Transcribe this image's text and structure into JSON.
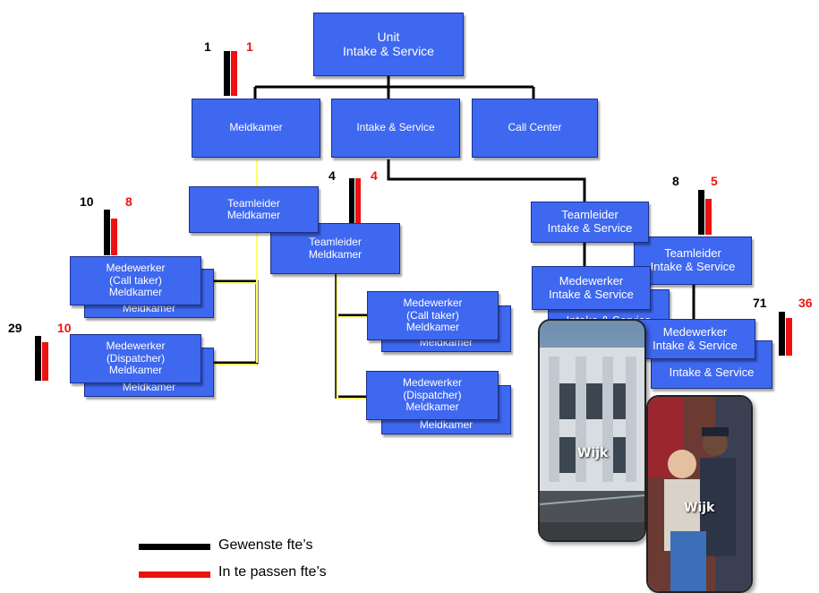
{
  "boxes": {
    "unit": [
      "Unit",
      "Intake & Service"
    ],
    "meldkamer": "Meldkamer",
    "intake_service": "Intake & Service",
    "call_center": "Call Center",
    "tl_meldkamer_1": [
      "Teamleider",
      "Meldkamer"
    ],
    "tl_meldkamer_2": [
      "Teamleider",
      "Meldkamer"
    ],
    "tl_intake": [
      "Teamleider",
      "Intake & Service"
    ],
    "tl_intake_2": [
      "Teamleider",
      "Intake & Service"
    ],
    "mw_calltaker_front": [
      "Medewerker",
      "(Call taker)",
      "Meldkamer"
    ],
    "mw_calltaker_back": "Meldkamer",
    "mw_dispatcher_front": [
      "Medewerker",
      "(Dispatcher)",
      "Meldkamer"
    ],
    "mw_dispatcher_back": "Meldkamer",
    "mw_calltaker2_front": [
      "Medewerker",
      "(Call taker)",
      "Meldkamer"
    ],
    "mw_calltaker2_back": "Meldkamer",
    "mw_dispatcher2_front": [
      "Medewerker",
      "(Dispatcher)",
      "Meldkamer"
    ],
    "mw_dispatcher2_back": "Meldkamer",
    "mw_intake_front": [
      "Medewerker",
      "Intake & Service"
    ],
    "mw_intake_back": "Intake & Service",
    "mw_intake2_front": [
      "Medewerker",
      "Intake & Service"
    ],
    "mw_intake2_back": "Intake & Service"
  },
  "fte": {
    "meldkamer": {
      "gewenst": "1",
      "passen": "1",
      "gewenst_level": 1.0,
      "passen_level": 1.0
    },
    "teamleider_meldkamer": {
      "gewenst": "4",
      "passen": "4",
      "gewenst_level": 1.0,
      "passen_level": 1.0
    },
    "call_taker": {
      "gewenst": "10",
      "passen": "8",
      "gewenst_level": 1.0,
      "passen_level": 0.8
    },
    "dispatcher": {
      "gewenst": "29",
      "passen": "10",
      "gewenst_level": 1.0,
      "passen_level": 0.85
    },
    "teamleider_intake": {
      "gewenst": "8",
      "passen": "5",
      "gewenst_level": 1.0,
      "passen_level": 0.8
    },
    "medewerker_intake": {
      "gewenst": "71",
      "passen": "36",
      "gewenst_level": 1.0,
      "passen_level": 0.85
    }
  },
  "photos": {
    "wijk_1": "Wijk",
    "wijk_2": "Wijk"
  },
  "legend": {
    "gewenst": "Gewenste fte’s",
    "passen": "In te passen fte’s"
  },
  "colors": {
    "box": "#3f68f0",
    "gewenst": "#000000",
    "passen": "#ee1111",
    "connector_yellow": "#ffff66"
  }
}
